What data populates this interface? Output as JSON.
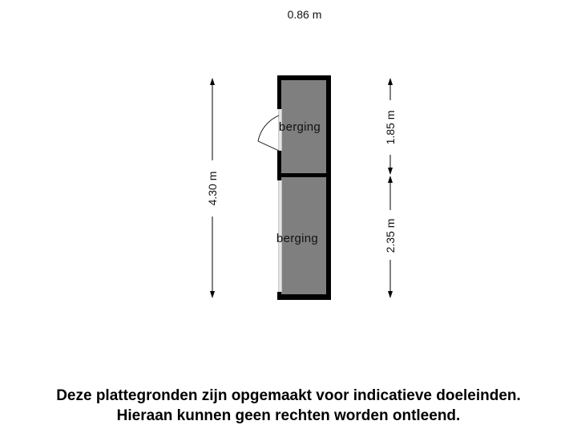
{
  "floorplan": {
    "dimensions": {
      "width_top": "0.86 m",
      "total_height_left": "4.30 m",
      "upper_room_height": "1.85 m",
      "lower_room_height": "2.35 m"
    },
    "rooms": [
      {
        "label": "berging"
      },
      {
        "label": "berging"
      }
    ],
    "colors": {
      "wall": "#000000",
      "room_fill": "#7f7f7f",
      "dimension_line": "#000000"
    }
  },
  "disclaimer": {
    "line1": "Deze plattegronden zijn opgemaakt voor indicatieve doeleinden.",
    "line2": "Hieraan kunnen geen rechten worden ontleend."
  }
}
